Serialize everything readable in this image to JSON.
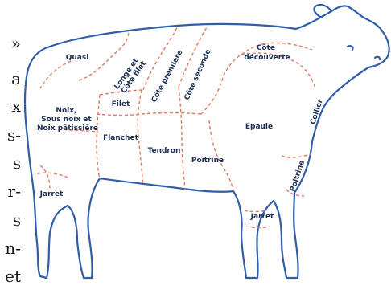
{
  "page_text": {
    "lines": [
      "»",
      "a",
      "x",
      "s-",
      "s",
      "r-",
      "s",
      "n-",
      "et"
    ]
  },
  "diagram": {
    "outline_color": "#2f5da8",
    "cut_line_color": "#e07a5f",
    "label_color": "#1b2f55",
    "cuts": {
      "quasi": "Quasi",
      "longe_line1": "Longe et",
      "longe_line2": "Côte filet",
      "cote_premiere": "Côte première",
      "cote_seconde": "Côte seconde",
      "cote_decouverte_line1": "Côte",
      "cote_decouverte_line2": "découverte",
      "noix_line1": "Noix,",
      "noix_line2": "Sous noix et",
      "noix_line3": "Noix pâtissière",
      "filet": "Filet",
      "flanchet": "Flanchet",
      "tendron": "Tendron",
      "poitrine": "Poitrine",
      "epaule": "Epaule",
      "collier": "Collier",
      "poitrine_front": "Poitrine",
      "jarret_rear": "Jarret",
      "jarret_front": "Jarret"
    }
  }
}
